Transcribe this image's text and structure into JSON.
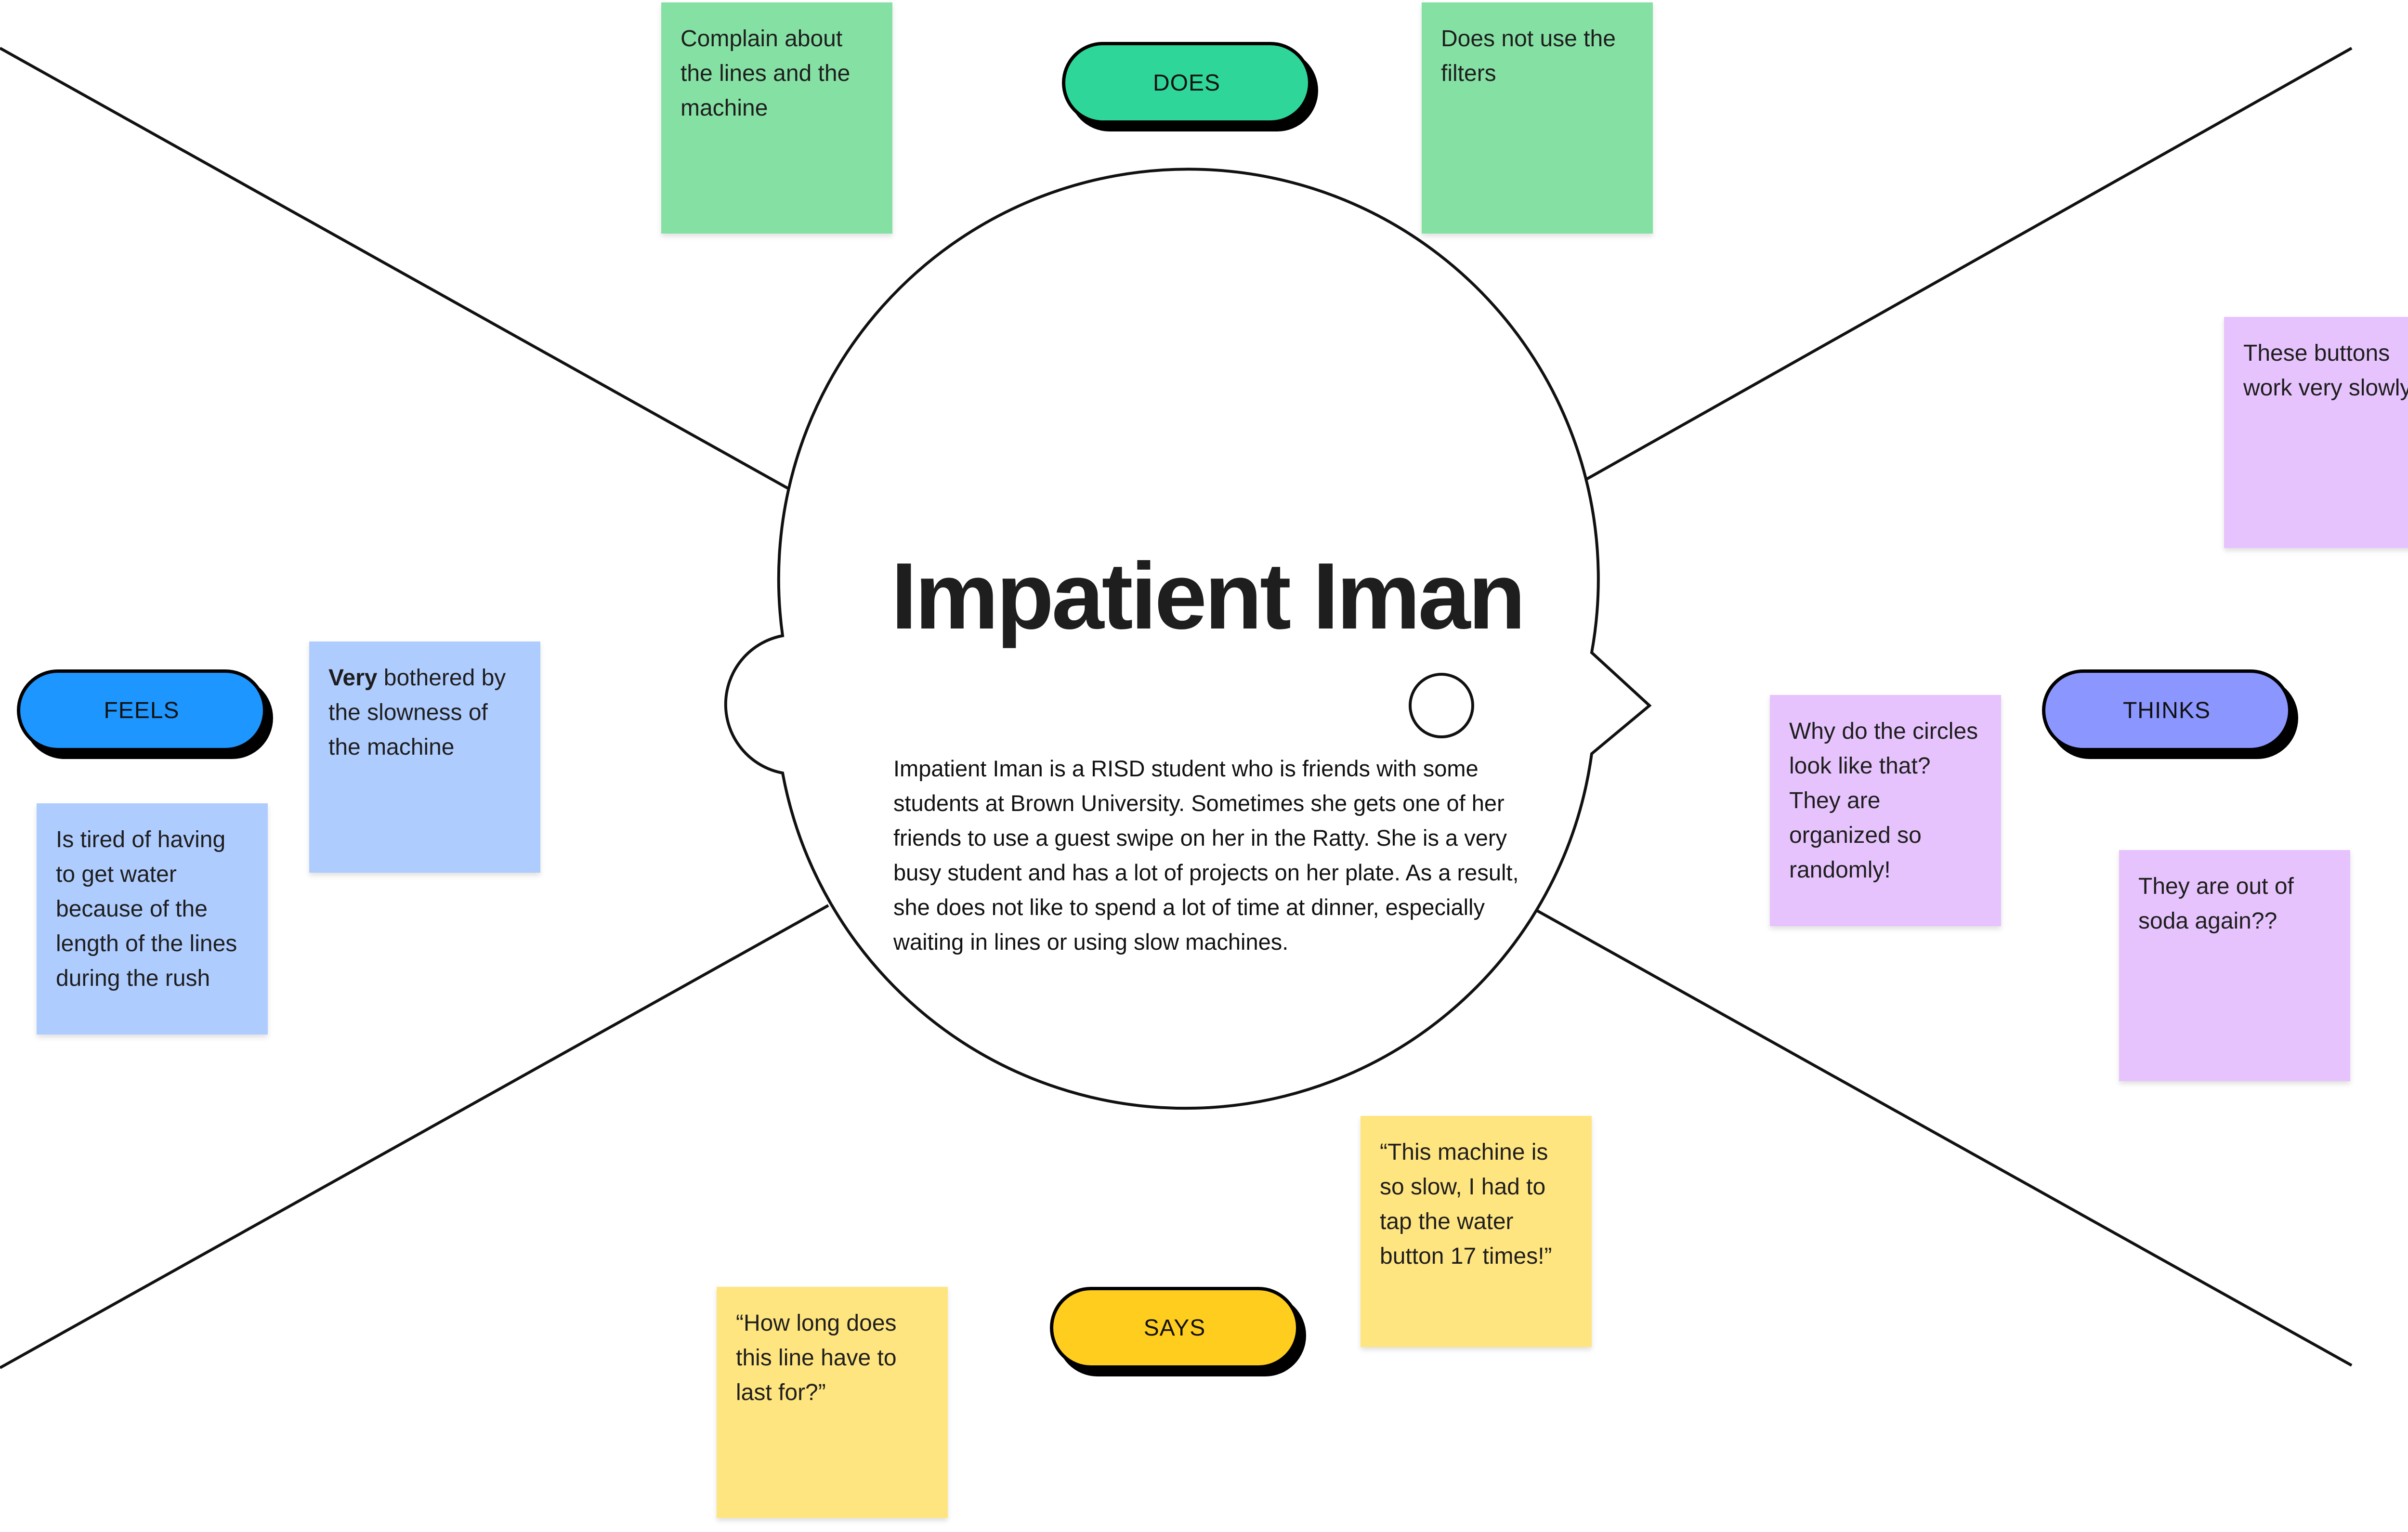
{
  "persona": {
    "name": "Impatient Iman",
    "description": "Impatient Iman is a RISD student who is friends with some students at Brown University. Sometimes she gets one of her friends to use a guest swipe on her in the Ratty. She is a very busy student and has a lot of projects on her plate. As a result, she does not like to spend a lot of time at dinner, especially waiting in lines or using slow machines."
  },
  "quadrants": {
    "does": {
      "label": "DOES",
      "color": "#2ed799",
      "notes": [
        "Complain about the lines and the machine",
        "Does not use the filters"
      ]
    },
    "feels": {
      "label": "FEELS",
      "color": "#1e96ff",
      "notes": [
        {
          "bold": "Very",
          "text": " bothered by the slowness of the machine"
        },
        "Is tired of having to get water because of the length of the lines during the rush"
      ]
    },
    "thinks": {
      "label": "THINKS",
      "color": "#8c96ff",
      "notes": [
        "These buttons work very slowly",
        "Why do the circles look like that? They are organized so randomly!",
        "They are out of soda again??"
      ]
    },
    "says": {
      "label": "SAYS",
      "color": "#ffcd1e",
      "notes": [
        "“This machine is so slow, I had to tap the water button 17 times!”",
        "“How long does this line have to last for?”"
      ]
    }
  },
  "colors": {
    "note_green": "#85e0a3",
    "note_blue": "#afccff",
    "note_purple": "#e6c3fd",
    "note_yellow": "#ffe57f",
    "lines": "#111111"
  }
}
